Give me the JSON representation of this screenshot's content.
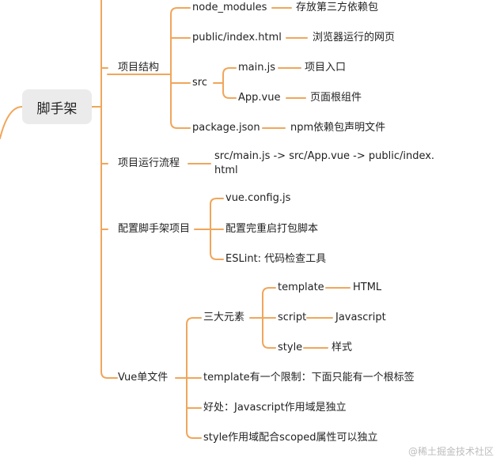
{
  "accent_color": "#f0a65a",
  "root": {
    "label": "脚手架"
  },
  "branches": [
    {
      "label": "项目结构",
      "children": [
        {
          "label": "node_modules",
          "note": "存放第三方依赖包"
        },
        {
          "label": "public/index.html",
          "note": "浏览器运行的网页"
        },
        {
          "label": "src",
          "children": [
            {
              "label": "main.js",
              "note": "项目入口"
            },
            {
              "label": "App.vue",
              "note": "页面根组件"
            }
          ]
        },
        {
          "label": "package.json",
          "note": "npm依赖包声明文件"
        }
      ]
    },
    {
      "label": "项目运行流程",
      "children": [
        {
          "label": "src/main.js -> src/App.vue -> public/index.\nhtml"
        }
      ]
    },
    {
      "label": "配置脚手架项目",
      "children": [
        {
          "label": "vue.config.js"
        },
        {
          "label": "配置完重启打包脚本"
        },
        {
          "label": "ESLint: 代码检查工具"
        }
      ]
    },
    {
      "label": "Vue单文件",
      "children": [
        {
          "label": "三大元素",
          "children": [
            {
              "label": "template",
              "note": "HTML"
            },
            {
              "label": "script",
              "note": "Javascript"
            },
            {
              "label": "style",
              "note": "样式"
            }
          ]
        },
        {
          "label": "template有一个限制：下面只能有一个根标签"
        },
        {
          "label": "好处：Javascript作用域是独立"
        },
        {
          "label": "style作用域配合scoped属性可以独立"
        }
      ]
    }
  ],
  "watermark": "@稀土掘金技术社区"
}
